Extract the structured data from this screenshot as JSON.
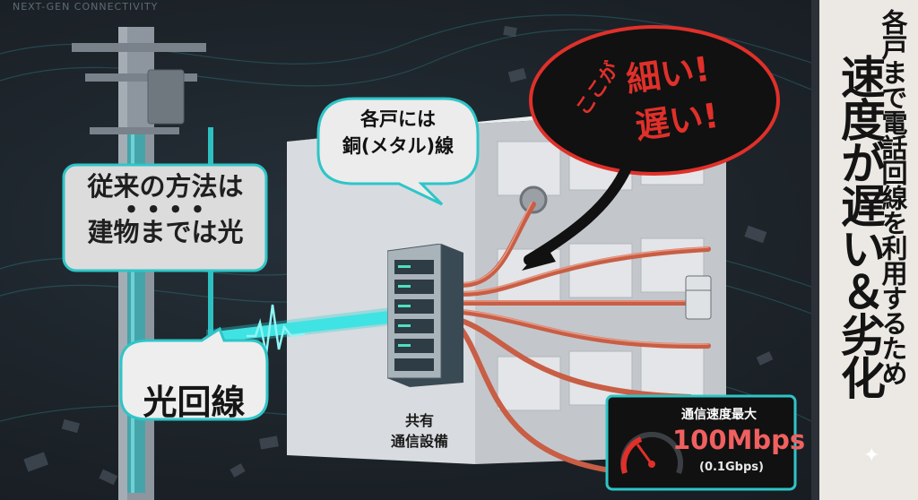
{
  "header": {
    "tag": "NEXT-GEN CONNECTIVITY"
  },
  "callouts": {
    "traditional_line1": "従来の方法は",
    "traditional_dots": "●　●　●　●",
    "traditional_line2": "建物までは光",
    "fiber": "光回線",
    "copper_line1": "各戸には",
    "copper_line2": "銅(メタル)線",
    "warning_part1": "ここが",
    "warning_part2": "細い!",
    "warning_part3": "遅い!"
  },
  "facility": {
    "line1": "共有",
    "line2": "通信設備"
  },
  "speed": {
    "label": "通信速度最大",
    "value": "100Mbps",
    "sub": "(0.1Gbps)"
  },
  "sidebar": {
    "subtitle": "各戸まで電話回線を利用するため",
    "title": "速度が遅い＆劣化"
  },
  "colors": {
    "fiber": "#38d6d6",
    "copper": "#d87058",
    "warning": "#e0302a",
    "dark": "#1a1a1a",
    "sidebar_bg": "#ece9e4"
  }
}
